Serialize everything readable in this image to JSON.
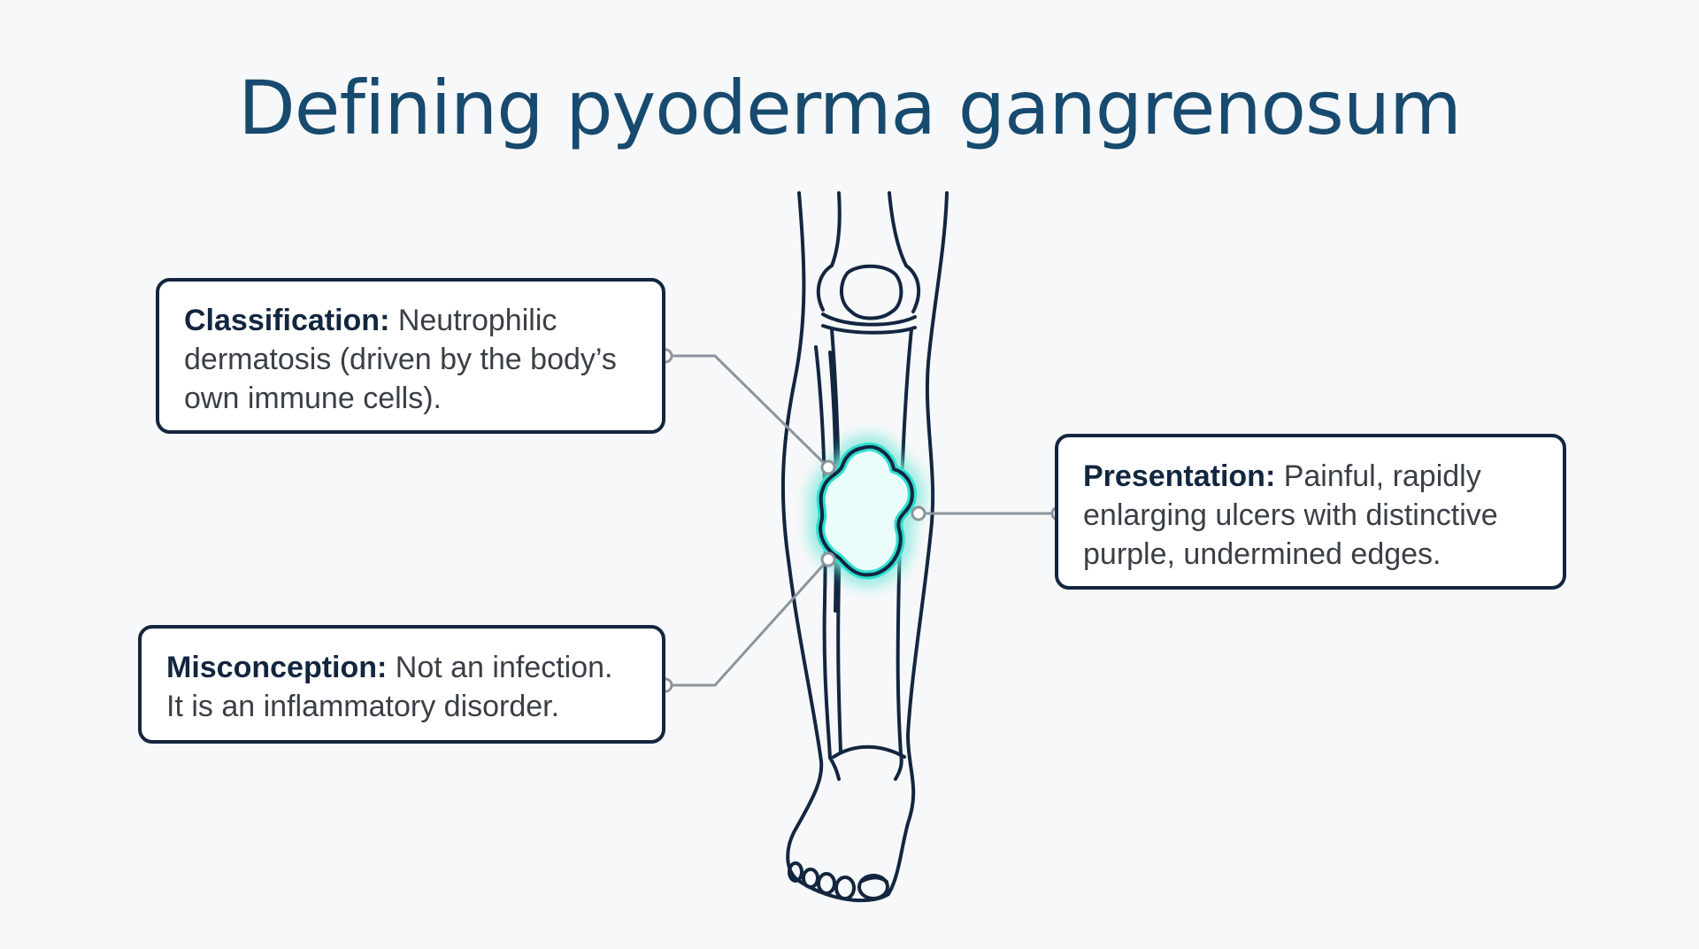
{
  "title": "Defining pyoderma gangrenosum",
  "callouts": {
    "classification": {
      "label": "Classification:",
      "text": "Neutrophilic dermatosis (driven by the body’s own immune cells)."
    },
    "misconception": {
      "label": "Misconception:",
      "text": "Not an infection. It is an inflammatory disorder."
    },
    "presentation": {
      "label": "Presentation:",
      "text": "Painful, rapidly enlarging ulcers with distinctive purple, undermined edges."
    }
  },
  "colors": {
    "title": "#174a6e",
    "outline": "#13263f",
    "connector": "#8c959d",
    "lesion_glow": "#2fe0d0"
  },
  "icons": {
    "illustration": "leg-anatomy-icon",
    "lesion": "ulcer-lesion-icon"
  }
}
